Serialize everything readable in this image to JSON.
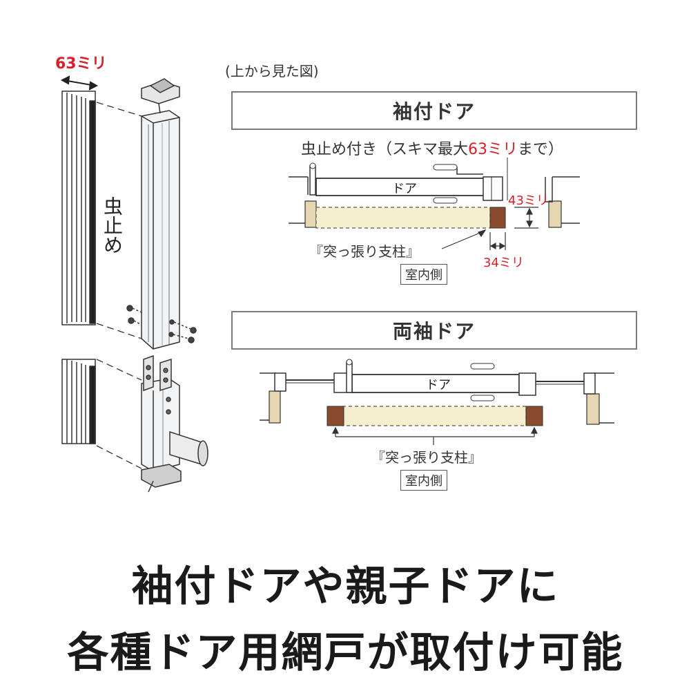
{
  "left_fig": {
    "width_label": "63ミリ",
    "insect_label": "虫止め"
  },
  "view_note": "(上から見た図)",
  "sode_door": {
    "title": "袖付ドア",
    "note_prefix": "虫止め付き（スキマ最大",
    "note_red": "63ミリ",
    "note_suffix": "まで）",
    "door_label": "ドア",
    "dim_43": "43ミリ",
    "dim_34": "34ミリ",
    "post_label": "『突っ張り支柱』",
    "indoor_label": "室内側"
  },
  "ryo_door": {
    "title": "両袖ドア",
    "door_label": "ドア",
    "post_label": "『突っ張り支柱』",
    "indoor_label": "室内側"
  },
  "headline": {
    "line1": "袖付ドアや親子ドアに",
    "line2": "各種ドア用網戸が取付け可能"
  },
  "colors": {
    "accent_red": "#d8202a",
    "post_brown": "#8a4a2e",
    "post_beige": "#f6efcf",
    "wall_tan": "#e6d6b2"
  }
}
